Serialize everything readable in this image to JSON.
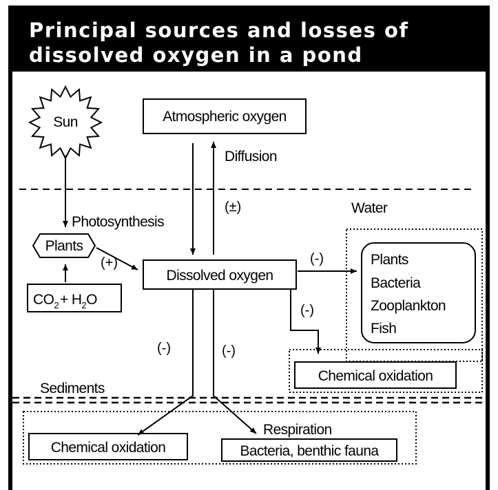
{
  "title": {
    "line1": "Principal sources and losses of",
    "line2": "dissolved oxygen in a pond"
  },
  "nodes": {
    "sun": "Sun",
    "atmospheric_oxygen": "Atmospheric oxygen",
    "plants": "Plants",
    "co2_h2o": {
      "co": "CO",
      "sub2": "2",
      "plus_h": "+ H",
      "sub2b": "2",
      "o": "O"
    },
    "dissolved_oxygen": "Dissolved oxygen",
    "consumers": [
      "Plants",
      "Bacteria",
      "Zooplankton",
      "Fish"
    ],
    "chemical_oxidation_water": "Chemical oxidation",
    "chemical_oxidation_sediment": "Chemical oxidation",
    "bacteria_benthic": "Bacteria, benthic fauna"
  },
  "labels": {
    "diffusion": "Diffusion",
    "photosynthesis": "Photosynthesis",
    "water": "Water",
    "sediments": "Sediments",
    "respiration": "Respiration",
    "plus_minus": "(±)",
    "plus": "(+)",
    "minus_consumers": "(-)",
    "minus_oxidation": "(-)",
    "minus_left": "(-)",
    "minus_right": "(-)"
  }
}
